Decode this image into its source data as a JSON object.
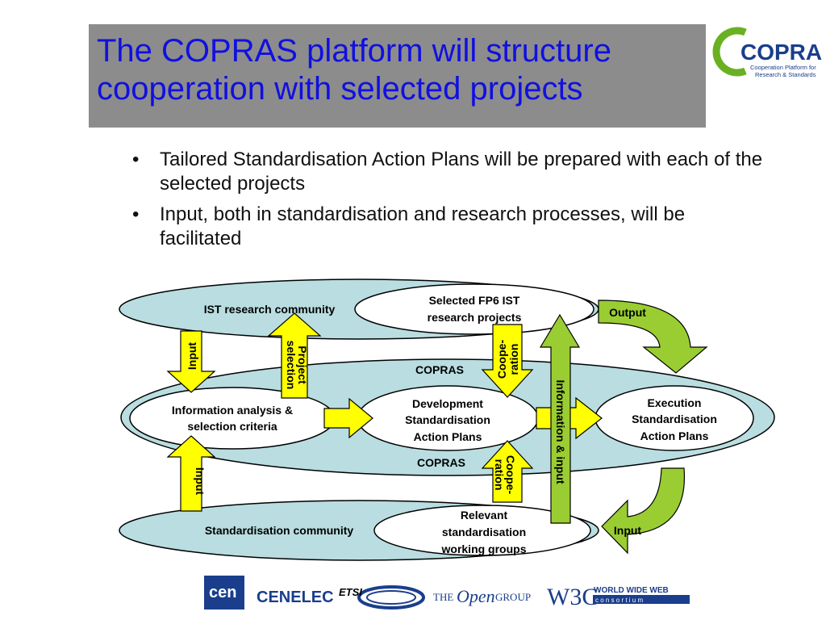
{
  "title": "The COPRAS platform will structure\ncooperation with selected projects",
  "logo": {
    "name": "COPRAS",
    "tagline_line1": "Cooperation Platform for",
    "tagline_line2": "Research & Standards",
    "colors": {
      "green": "#6ab023",
      "blue": "#1a3e8c"
    }
  },
  "bullets": [
    "Tailored Standardisation Action Plans will be prepared with each of the selected projects",
    "Input, both in standardisation and research processes, will be facilitated"
  ],
  "diagram": {
    "colors": {
      "band": "#b9dde0",
      "yellow": "#ffff00",
      "green": "#9acd32",
      "darkgreen": "#6a9e1a"
    },
    "ist_research_community": "IST research community",
    "selected_projects": [
      "Selected FP6 IST",
      "research projects"
    ],
    "output": "Output",
    "input_top": "Input",
    "project_selection": [
      "Project",
      "selection"
    ],
    "cooperation_top": [
      "Coope-",
      "ration"
    ],
    "copras_top": "COPRAS",
    "information_input": "Information & input",
    "info_analysis": [
      "Information analysis &",
      "selection criteria"
    ],
    "development": [
      "Development",
      "Standardisation",
      "Action Plans"
    ],
    "execution": [
      "Execution",
      "Standardisation",
      "Action Plans"
    ],
    "copras_bottom": "COPRAS",
    "input_bottom": "Input",
    "cooperation_bottom": [
      "Coope-",
      "ration"
    ],
    "standardisation_community": "Standardisation community",
    "working_groups": [
      "Relevant",
      "standardisation",
      "working groups"
    ],
    "input_right": "Input"
  },
  "partner_logos": {
    "cen": "cen",
    "cenelec": "CENELEC",
    "etsi": "ETSI",
    "opengroup_the": "THE",
    "opengroup_open": "Open",
    "opengroup_group": "GROUP",
    "w3c": "W3C",
    "www_line1": "WORLD WIDE WEB",
    "www_line2": "c o n s o r t i u m"
  }
}
